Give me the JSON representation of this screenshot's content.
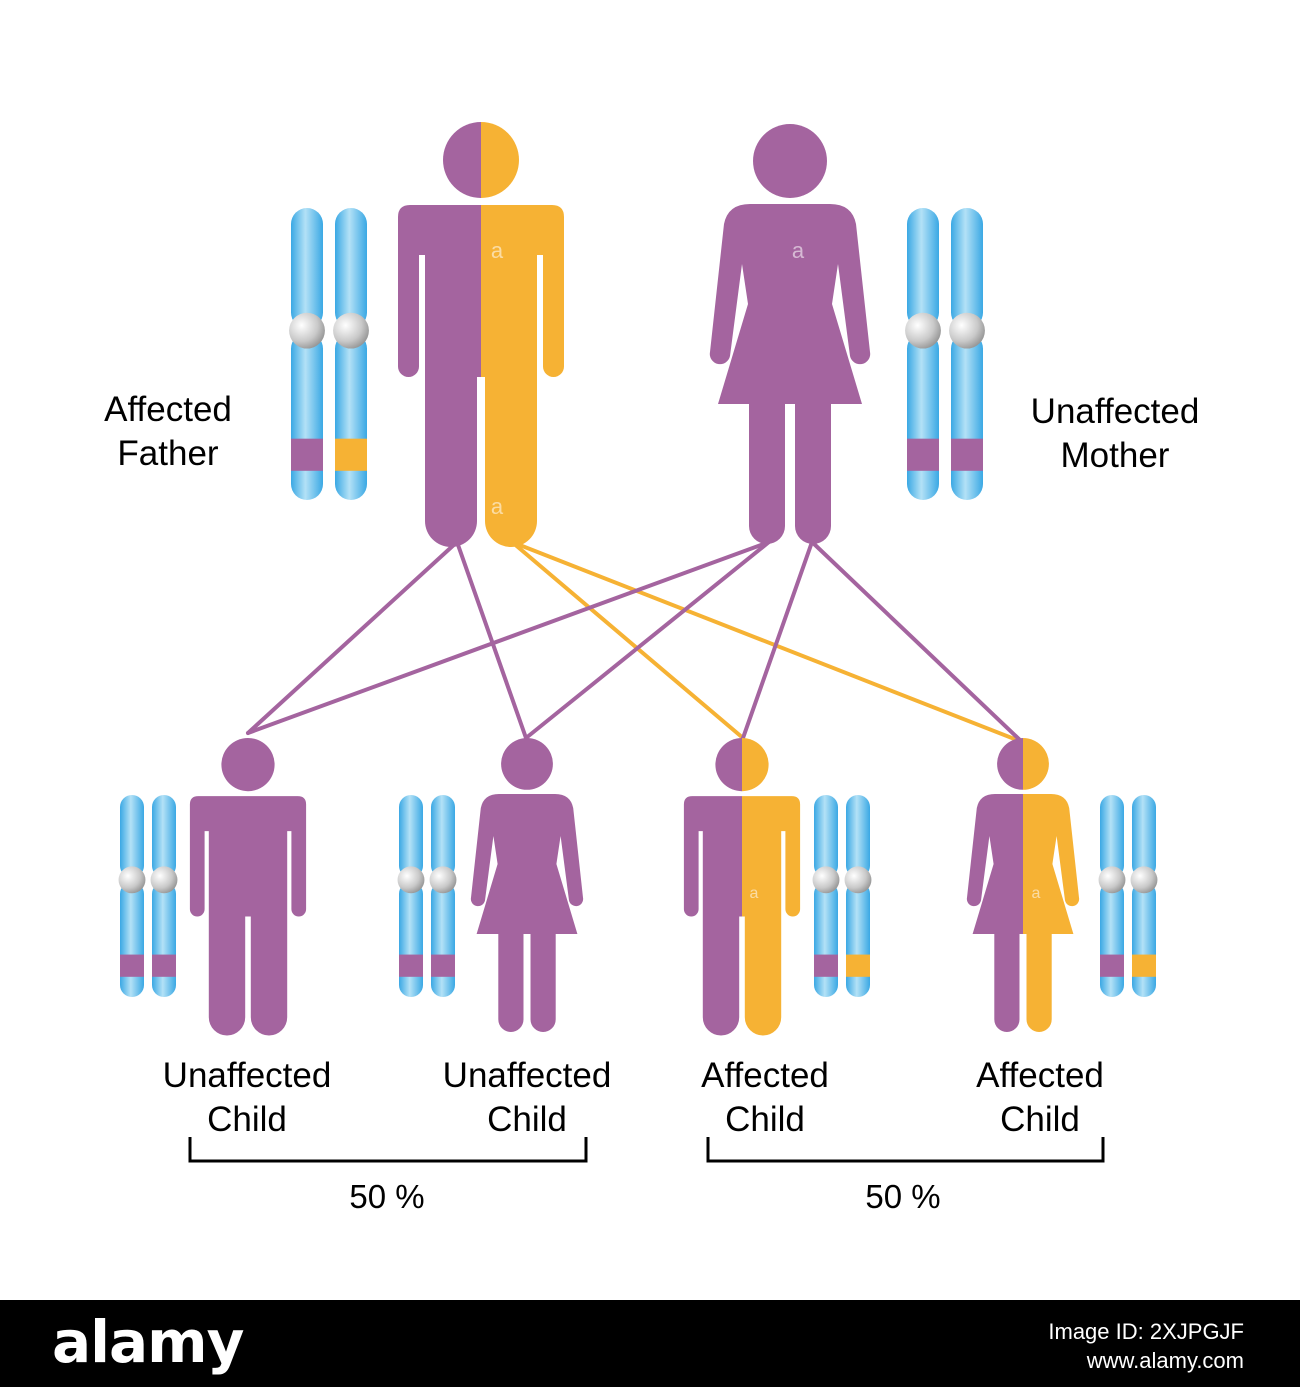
{
  "colors": {
    "wildtype": "#a4649f",
    "mutant": "#f6b234",
    "chromosome_light": "#a9dcf4",
    "chromosome_dark": "#3aa8e4",
    "centromere": "#c8c8c8"
  },
  "allele_letter": "a",
  "parents": {
    "father": {
      "line1": "Affected",
      "line2": "Father"
    },
    "mother": {
      "line1": "Unaffected",
      "line2": "Mother"
    }
  },
  "children": [
    {
      "line1": "Unaffected",
      "line2": "Child"
    },
    {
      "line1": "Unaffected",
      "line2": "Child"
    },
    {
      "line1": "Affected",
      "line2": "Child"
    },
    {
      "line1": "Affected",
      "line2": "Child"
    }
  ],
  "groups": [
    {
      "percent": "50 %"
    },
    {
      "percent": "50 %"
    }
  ],
  "footer": {
    "brand": "alamy",
    "stock_id": "Image ID: 2XJPGJF",
    "site": "www.alamy.com"
  }
}
